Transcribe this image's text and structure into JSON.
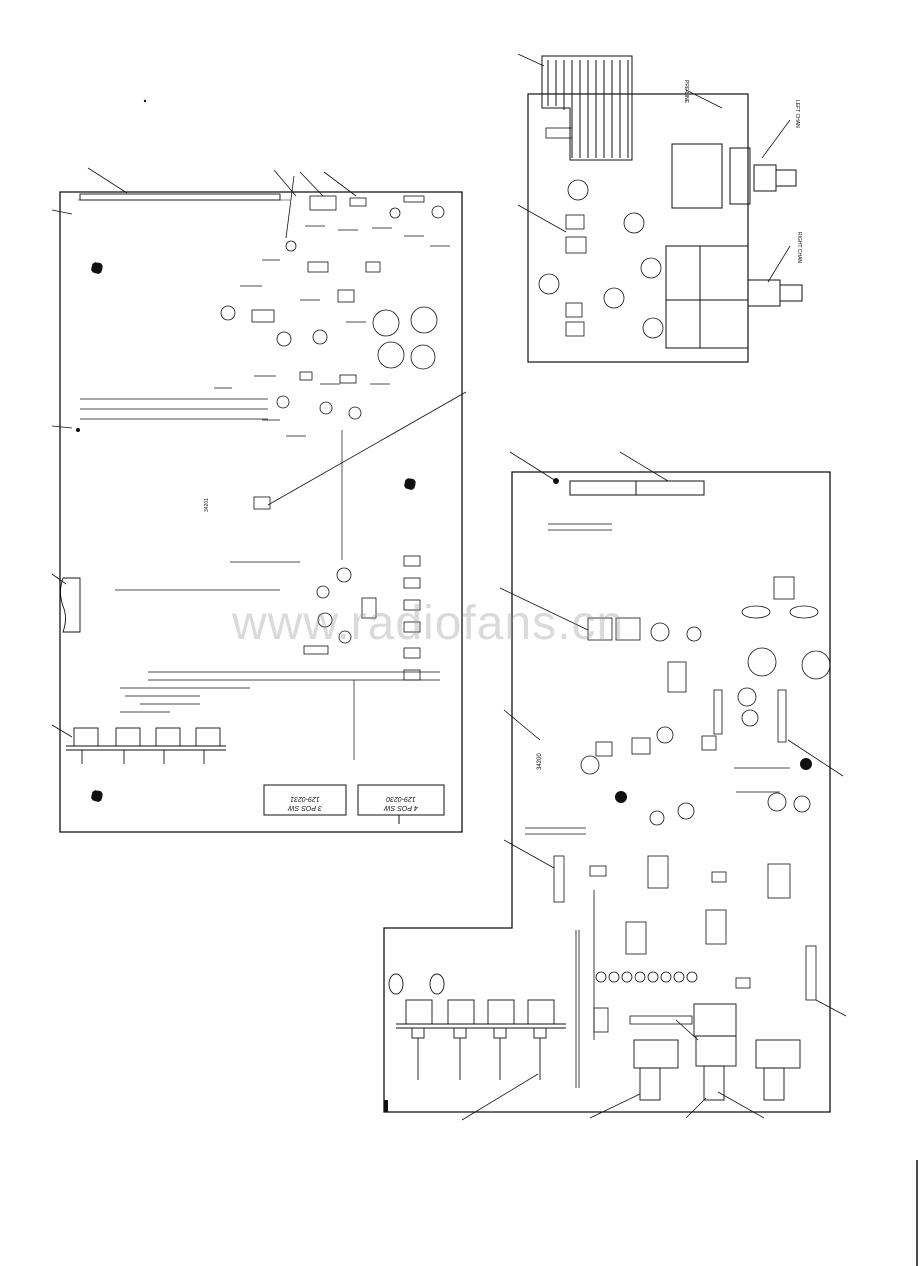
{
  "watermark": "www.radiofans.cn",
  "boards": {
    "left": {
      "pcb_number": "34201",
      "switch_labels": [
        "3 POS SW",
        "4 POS SW"
      ],
      "part_numbers": [
        "129-0231",
        "129-0230"
      ]
    },
    "top_right": {
      "plug_label": "PRE-LINE",
      "jack_labels": [
        "LEFT CHAN",
        "RIGHT CHAN"
      ]
    },
    "bottom_right": {
      "pcb_number": "34200"
    }
  },
  "colors": {
    "ink": "#111111",
    "paper": "#ffffff",
    "watermark": "#969696"
  }
}
